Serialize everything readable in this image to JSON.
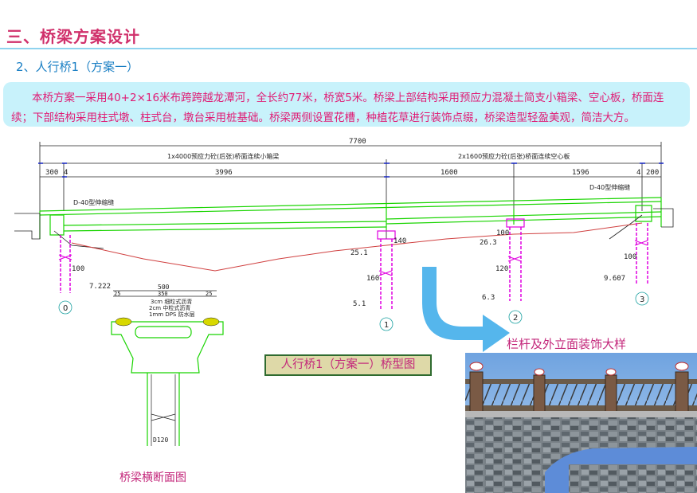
{
  "title": "三、桥梁方案设计",
  "subtitle": "2、人行桥1（方案一）",
  "description": "本桥方案一采用40+2×16米布跨跨越龙潭河，全长约77米，桥宽5米。桥梁上部结构采用预应力混凝土简支小箱梁、空心板，桥面连续；下部结构采用柱式墩、柱式台，墩台采用桩基础。桥梁两侧设置花槽，种植花草进行装饰点缀，桥梁造型轻盈美观，简洁大方。",
  "drawing": {
    "total_length": "7700",
    "span_left_label": "1x4000预应力砼(后张)桥面连续小箱梁",
    "span_right_label": "2x1600预应力砼(后张)桥面连续空心板",
    "dim_300": "300",
    "dim_4_left": "4",
    "dim_3996": "3996",
    "dim_1600": "1600",
    "dim_1596": "1596",
    "dim_4_right": "4",
    "dim_200": "200",
    "joint_left": "D-40型伸缩缝",
    "joint_right": "D-40型伸缩缝",
    "pier_0_top": "100",
    "pier_0_elev": "7.222",
    "pier_1_cap": "140",
    "pier_1_elev_top": "25.1",
    "pier_1_col": "160",
    "pier_1_elev_bot": "5.1",
    "pier_2_cap": "100",
    "pier_2_elev_top": "26.3",
    "pier_2_col": "120",
    "pier_2_elev_bot": "6.3",
    "pier_3_top": "100",
    "pier_3_elev": "9.607",
    "axis_0": "0",
    "axis_1": "1",
    "axis_2": "2",
    "axis_3": "3",
    "cs_width": "500",
    "cs_sub_left": "25",
    "cs_sub_mid": "350",
    "cs_sub_right": "25",
    "cs_layer1": "3cm 细粒式沥青",
    "cs_layer2": "2cm 中粒式沥青",
    "cs_layer3": "1mm DPS 防水层",
    "cs_pile": "D120"
  },
  "drawing_caption": "人行桥1（方案一）桥型图",
  "cross_section_caption": "桥梁横断面图",
  "railing_caption": "栏杆及外立面装饰大样",
  "colors": {
    "title": "#d0306b",
    "subtitle": "#1a7fc4",
    "desc_bg": "#c8f2fb",
    "desc_text": "#e01b74",
    "green": "#19d400",
    "magenta": "#e000e0",
    "dim_blue": "#1020c0",
    "arrow": "#55b6ec"
  }
}
